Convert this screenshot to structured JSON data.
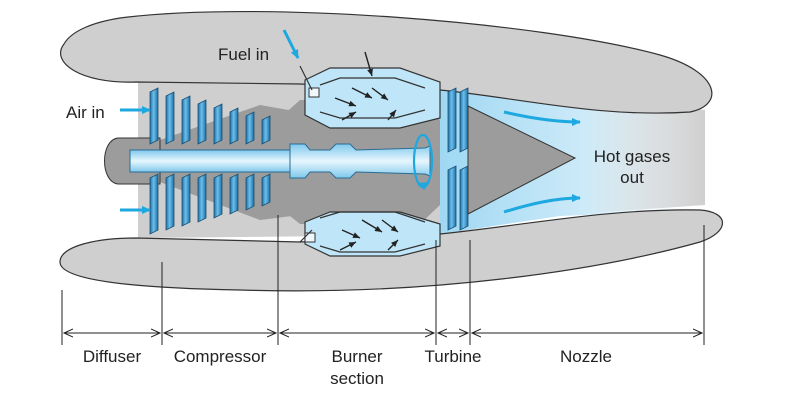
{
  "labels": {
    "fuel_in": "Fuel in",
    "air_in": "Air in",
    "hot_gases_line1": "Hot gases",
    "hot_gases_line2": "out"
  },
  "sections": [
    {
      "id": "diffuser",
      "lines": [
        "Diffuser"
      ]
    },
    {
      "id": "compressor",
      "lines": [
        "Compressor"
      ]
    },
    {
      "id": "burner",
      "lines": [
        "Burner",
        "section"
      ]
    },
    {
      "id": "turbine",
      "lines": [
        "Turbine"
      ]
    },
    {
      "id": "nozzle",
      "lines": [
        "Nozzle"
      ]
    }
  ],
  "colors": {
    "nacelle": "#cdcdcd",
    "core_body": "#9c9c9c",
    "blade_dark": "#1f6fa5",
    "blade_light": "#5fb6e6",
    "shaft": "#a8dcf4",
    "chamber": "#bfe6f8",
    "air_arrow": "#1ea8e0"
  }
}
